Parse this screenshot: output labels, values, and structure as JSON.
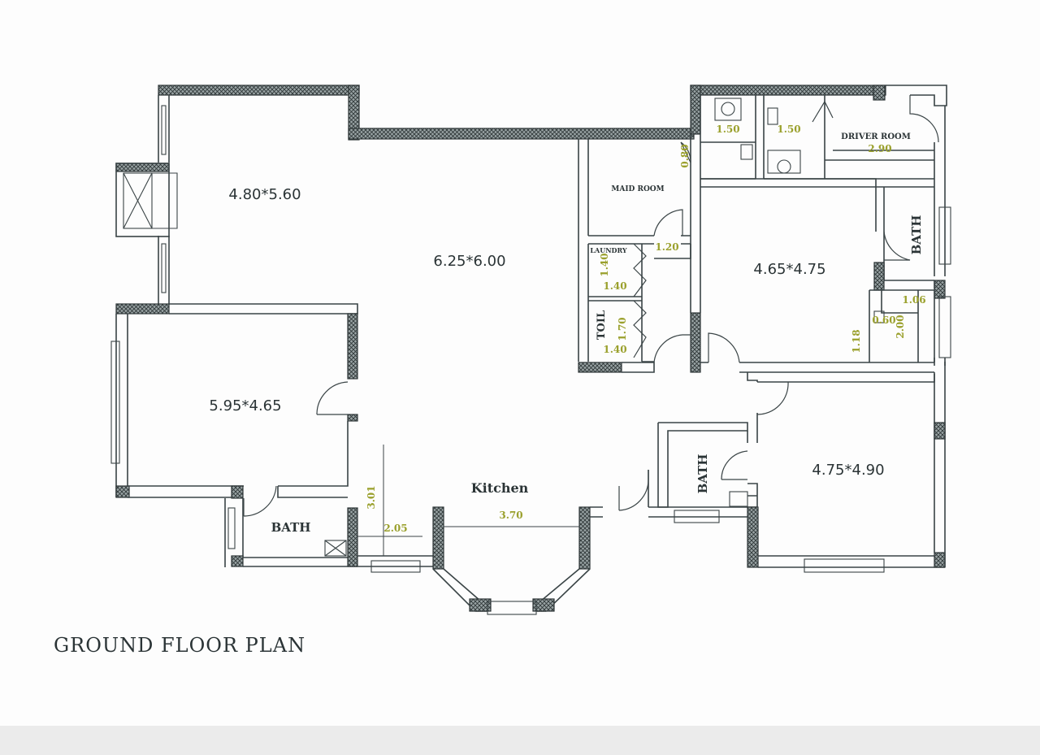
{
  "title": "GROUND FLOOR PLAN",
  "rooms": {
    "hall": "6.25*6.00",
    "living": "4.80*5.60",
    "salon": "5.95*4.65",
    "bedroom_a": "4.65*4.75",
    "bedroom_b": "4.75*4.90",
    "kitchen": "Kitchen",
    "maid_room": "MAID ROOM",
    "driver_room": "DRIVER ROOM",
    "laundry": "LAUNDRY",
    "toil": "TOIL",
    "bath_left": "BATH",
    "bath_center": "BATH",
    "bath_right": "BATH"
  },
  "dimensions": {
    "wc1": "1.50",
    "wc2": "1.50",
    "driver": "2.90",
    "maid_door": "0.80",
    "corridor": "1.20",
    "laundry_v": "1.40",
    "laundry_h": "1.40",
    "toil_v": "1.70",
    "toil_h": "1.40",
    "kitchen_v": "3.01",
    "kitchen_h1": "2.05",
    "kitchen_h2": "3.70",
    "closet_w": "1.06",
    "closet_d": "0.60",
    "closet_h": "2.00",
    "closet_v": "1.18"
  },
  "colors": {
    "ink": "#2b3436",
    "dimension": "#9aa02c",
    "background": "#fdfdfd"
  }
}
